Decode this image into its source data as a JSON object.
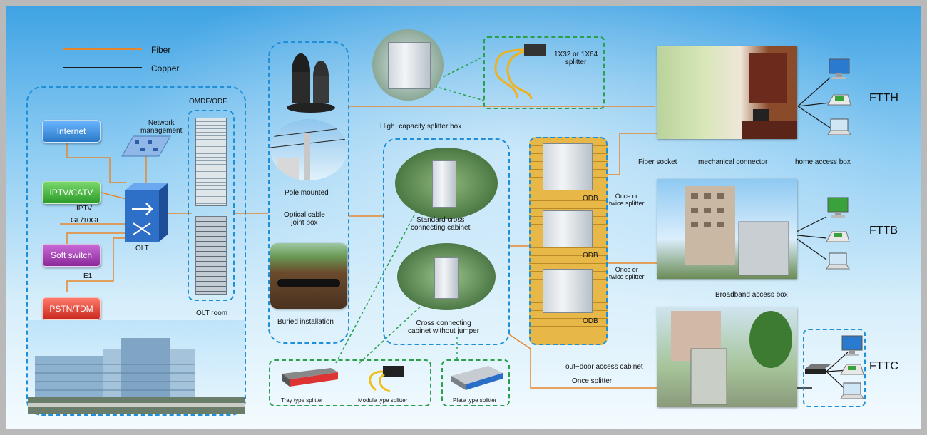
{
  "legend": {
    "fiber": "Fiber",
    "copper": "Copper"
  },
  "services": {
    "internet": "Internet",
    "iptv_catv": "IPTV/CATV",
    "soft_switch": "Soft switch",
    "pstn_tdm": "PSTN/TDM"
  },
  "links": {
    "iptv": "IPTV",
    "ge": "GE/10GE",
    "e1": "E1"
  },
  "olt_room": {
    "network_management": "Network\nmanagement",
    "olt": "OLT",
    "omdf": "OMDF/ODF",
    "olt_room": "OLT room"
  },
  "joint": {
    "pole": "Pole mounted",
    "optical": "Optical cable\njoint box",
    "buried": "Buried installation"
  },
  "splitters": {
    "high_capacity": "High−capacity splitter box",
    "ratio": "1X32 or 1X64\nsplitter",
    "tray": "Tray type splitter",
    "module": "Module type splitter",
    "plate": "Plate type splitter"
  },
  "cabinets": {
    "standard": "Standard cross\nconnecting cabinet",
    "without_jumper": "Cross connecting\ncabinet without jumper"
  },
  "odb": {
    "label": "ODB",
    "once_twice": "Once or\ntwice splitter"
  },
  "ftth": {
    "title": "FTTH",
    "fiber_socket": "Fiber socket",
    "mech": "mechanical connector",
    "home": "home access box"
  },
  "fttb": {
    "title": "FTTB",
    "broadband": "Broadband access box"
  },
  "fttc": {
    "title": "FTTC",
    "outdoor": "out−door access cabinet",
    "once": "Once splitter"
  },
  "colors": {
    "fiber": "#e8862c",
    "copper": "#1a1a1a",
    "dashed": "#1f8fd8",
    "internet": "#2e86d6",
    "iptv": "#3aa23a",
    "softswitch": "#9b3aa0",
    "pstn": "#d8342e"
  }
}
